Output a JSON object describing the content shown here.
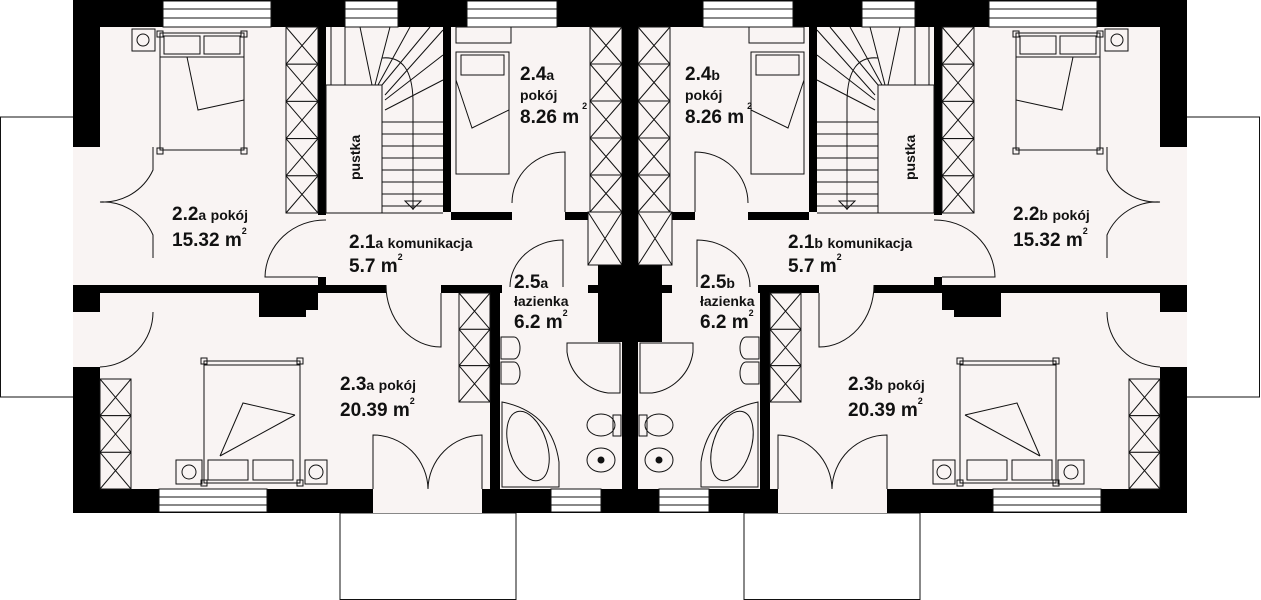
{
  "plan": {
    "colors": {
      "wall": "#000000",
      "floor": "#f9f4f3",
      "outside": "#ffffff",
      "line": "#111111"
    },
    "void_label": "pustka",
    "rooms": [
      {
        "num": "2.2",
        "unit_letter": "a",
        "name": "pokój",
        "area": "15.32 m",
        "sup": "2"
      },
      {
        "num": "2.1",
        "unit_letter": "a",
        "name": "komunikacja",
        "area": "5.7 m",
        "sup": "2"
      },
      {
        "num": "2.4",
        "unit_letter": "a",
        "name": "pokój",
        "area": "8.26 m",
        "sup": "2"
      },
      {
        "num": "2.5",
        "unit_letter": "a",
        "name": "łazienka",
        "area": "6.2 m",
        "sup": "2"
      },
      {
        "num": "2.3",
        "unit_letter": "a",
        "name": "pokój",
        "area": "20.39 m",
        "sup": "2"
      },
      {
        "num": "2.2",
        "unit_letter": "b",
        "name": "pokój",
        "area": "15.32 m",
        "sup": "2"
      },
      {
        "num": "2.1",
        "unit_letter": "b",
        "name": "komunikacja",
        "area": "5.7 m",
        "sup": "2"
      },
      {
        "num": "2.4",
        "unit_letter": "b",
        "name": "pokój",
        "area": "8.26 m",
        "sup": "2"
      },
      {
        "num": "2.5",
        "unit_letter": "b",
        "name": "łazienka",
        "area": "6.2 m",
        "sup": "2"
      },
      {
        "num": "2.3",
        "unit_letter": "b",
        "name": "pokój",
        "area": "20.39 m",
        "sup": "2"
      }
    ]
  }
}
